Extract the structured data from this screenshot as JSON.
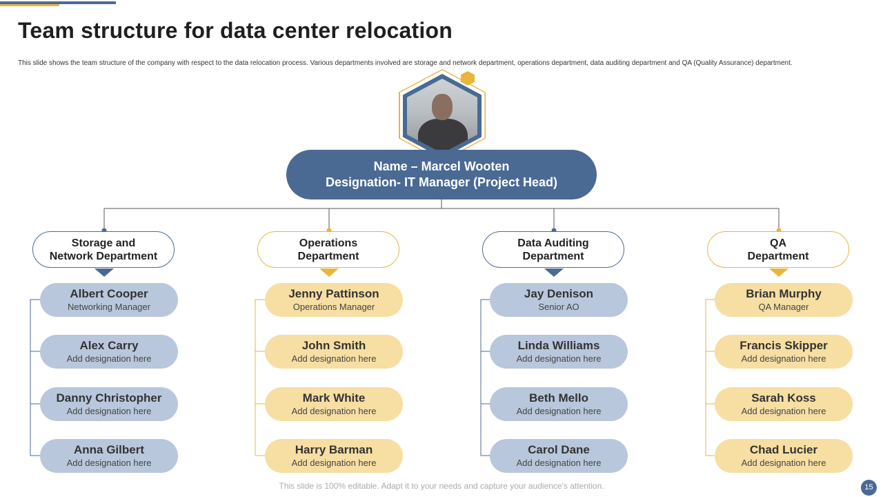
{
  "slide": {
    "title": "Team structure for data center relocation",
    "subtitle": "This slide shows the team structure of the company with respect to the data relocation process. Various departments involved are storage and network department, operations department,  data auditing department and QA (Quality Assurance) department.",
    "footer": "This slide is 100% editable. Adapt it to your needs and capture your audience's attention.",
    "page_number": "15"
  },
  "head": {
    "name_line": "Name – Marcel Wooten",
    "designation_line": "Designation- IT Manager (Project Head)"
  },
  "departments": [
    {
      "line1": "Storage and",
      "line2": "Network Department",
      "color": "#4a6a94",
      "members": [
        {
          "name": "Albert Cooper",
          "designation": "Networking Manager"
        },
        {
          "name": "Alex Carry",
          "designation": "Add designation here"
        },
        {
          "name": "Danny Christopher",
          "designation": "Add designation here"
        },
        {
          "name": "Anna Gilbert",
          "designation": "Add designation here"
        }
      ]
    },
    {
      "line1": "Operations",
      "line2": "Department",
      "color": "#e9b53a",
      "members": [
        {
          "name": "Jenny Pattinson",
          "designation": "Operations Manager"
        },
        {
          "name": "John Smith",
          "designation": "Add designation here"
        },
        {
          "name": "Mark White",
          "designation": "Add designation here"
        },
        {
          "name": "Harry Barman",
          "designation": "Add designation here"
        }
      ]
    },
    {
      "line1": "Data Auditing",
      "line2": "Department",
      "color": "#4a6a94",
      "members": [
        {
          "name": "Jay Denison",
          "designation": "Senior AO"
        },
        {
          "name": "Linda Williams",
          "designation": "Add designation here"
        },
        {
          "name": "Beth Mello",
          "designation": "Add designation here"
        },
        {
          "name": "Carol Dane",
          "designation": "Add designation here"
        }
      ]
    },
    {
      "line1": "QA",
      "line2": "Department",
      "color": "#e9b53a",
      "members": [
        {
          "name": "Brian Murphy",
          "designation": "QA Manager"
        },
        {
          "name": "Francis Skipper",
          "designation": "Add designation here"
        },
        {
          "name": "Sarah Koss",
          "designation": "Add designation here"
        },
        {
          "name": "Chad Lucier",
          "designation": "Add designation here"
        }
      ]
    }
  ]
}
